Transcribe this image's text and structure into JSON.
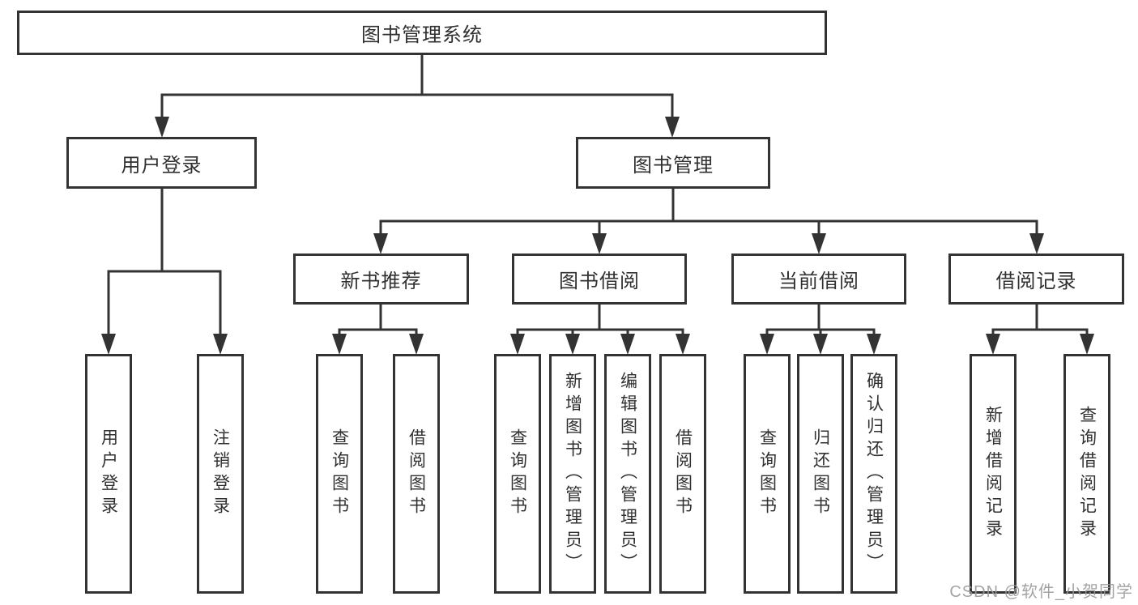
{
  "diagram": {
    "type": "hierarchy-tree",
    "orientation": "top-down",
    "tree": {
      "root": {
        "label": "图书管理系统",
        "children": [
          {
            "label": "用户登录",
            "children": [
              {
                "label": "用户登录"
              },
              {
                "label": "注销登录"
              }
            ]
          },
          {
            "label": "图书管理",
            "children": [
              {
                "label": "新书推荐",
                "children": [
                  {
                    "label": "查询图书"
                  },
                  {
                    "label": "借阅图书"
                  }
                ]
              },
              {
                "label": "图书借阅",
                "children": [
                  {
                    "label": "查询图书"
                  },
                  {
                    "label": "新增图书（管理员）"
                  },
                  {
                    "label": "编辑图书（管理员）"
                  },
                  {
                    "label": "借阅图书"
                  }
                ]
              },
              {
                "label": "当前借阅",
                "children": [
                  {
                    "label": "查询图书"
                  },
                  {
                    "label": "归还图书"
                  },
                  {
                    "label": "确认归还（管理员）"
                  }
                ]
              },
              {
                "label": "借阅记录",
                "children": [
                  {
                    "label": "新增借阅记录"
                  },
                  {
                    "label": "查询借阅记录"
                  }
                ]
              }
            ]
          }
        ]
      }
    },
    "colors": {
      "background": "#ffffff",
      "line": "#333333",
      "box_border": "#333333",
      "text": "#303030",
      "watermark": "#9a9a9a"
    }
  },
  "watermark": {
    "text": "CSDN @软件_小贺同学"
  }
}
